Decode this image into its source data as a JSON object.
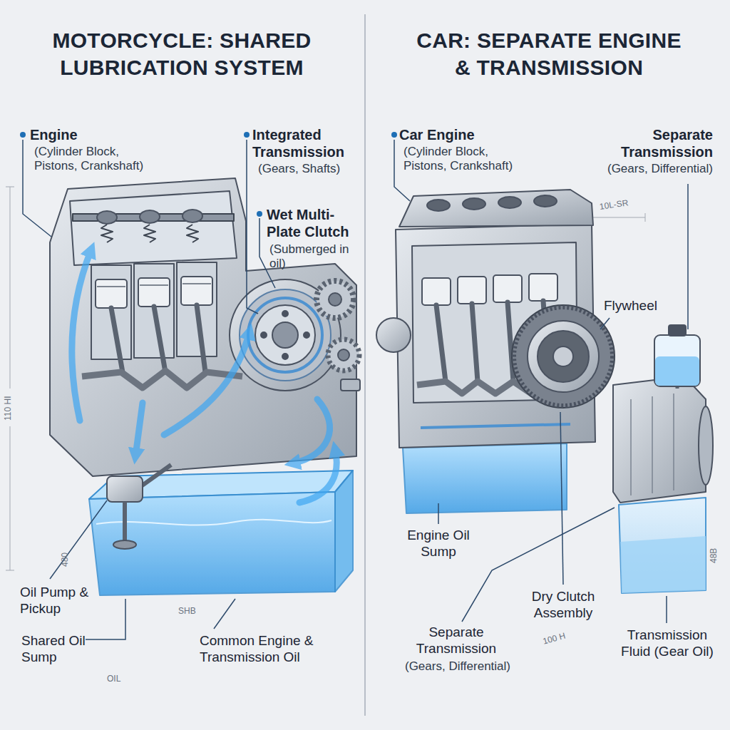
{
  "diagram": {
    "labels": [
      "MOTORCYCLE: SHARED LUBRICATION SYSTEM",
      "CAR: SEPARATE ENGINE & TRANSMISSION",
      "Engine",
      "(Cylinder Block, Pistons, Crankshaft)",
      "Integrated Transmission",
      "(Gears, Shafts)",
      "Wet Multi-Plate Clutch",
      "(Submerged in oil)",
      "Oil Pump & Pickup",
      "Shared Oil Sump",
      "Common Engine & Transmission Oil",
      "110 HI",
      "480",
      "OIL",
      "SHB",
      "Car Engine",
      "(Cylinder Block, Pistons, Crankshaft)",
      "Separate Transmission",
      "(Gears, Differential)",
      "Flywheel",
      "Engine Oil Sump",
      "Dry Clutch Assembly",
      "Separate Transmission",
      "(Gears, Differential)",
      "Transmission Fluid (Gear Oil)",
      "10L-SR",
      "100 H",
      "48B"
    ]
  }
}
